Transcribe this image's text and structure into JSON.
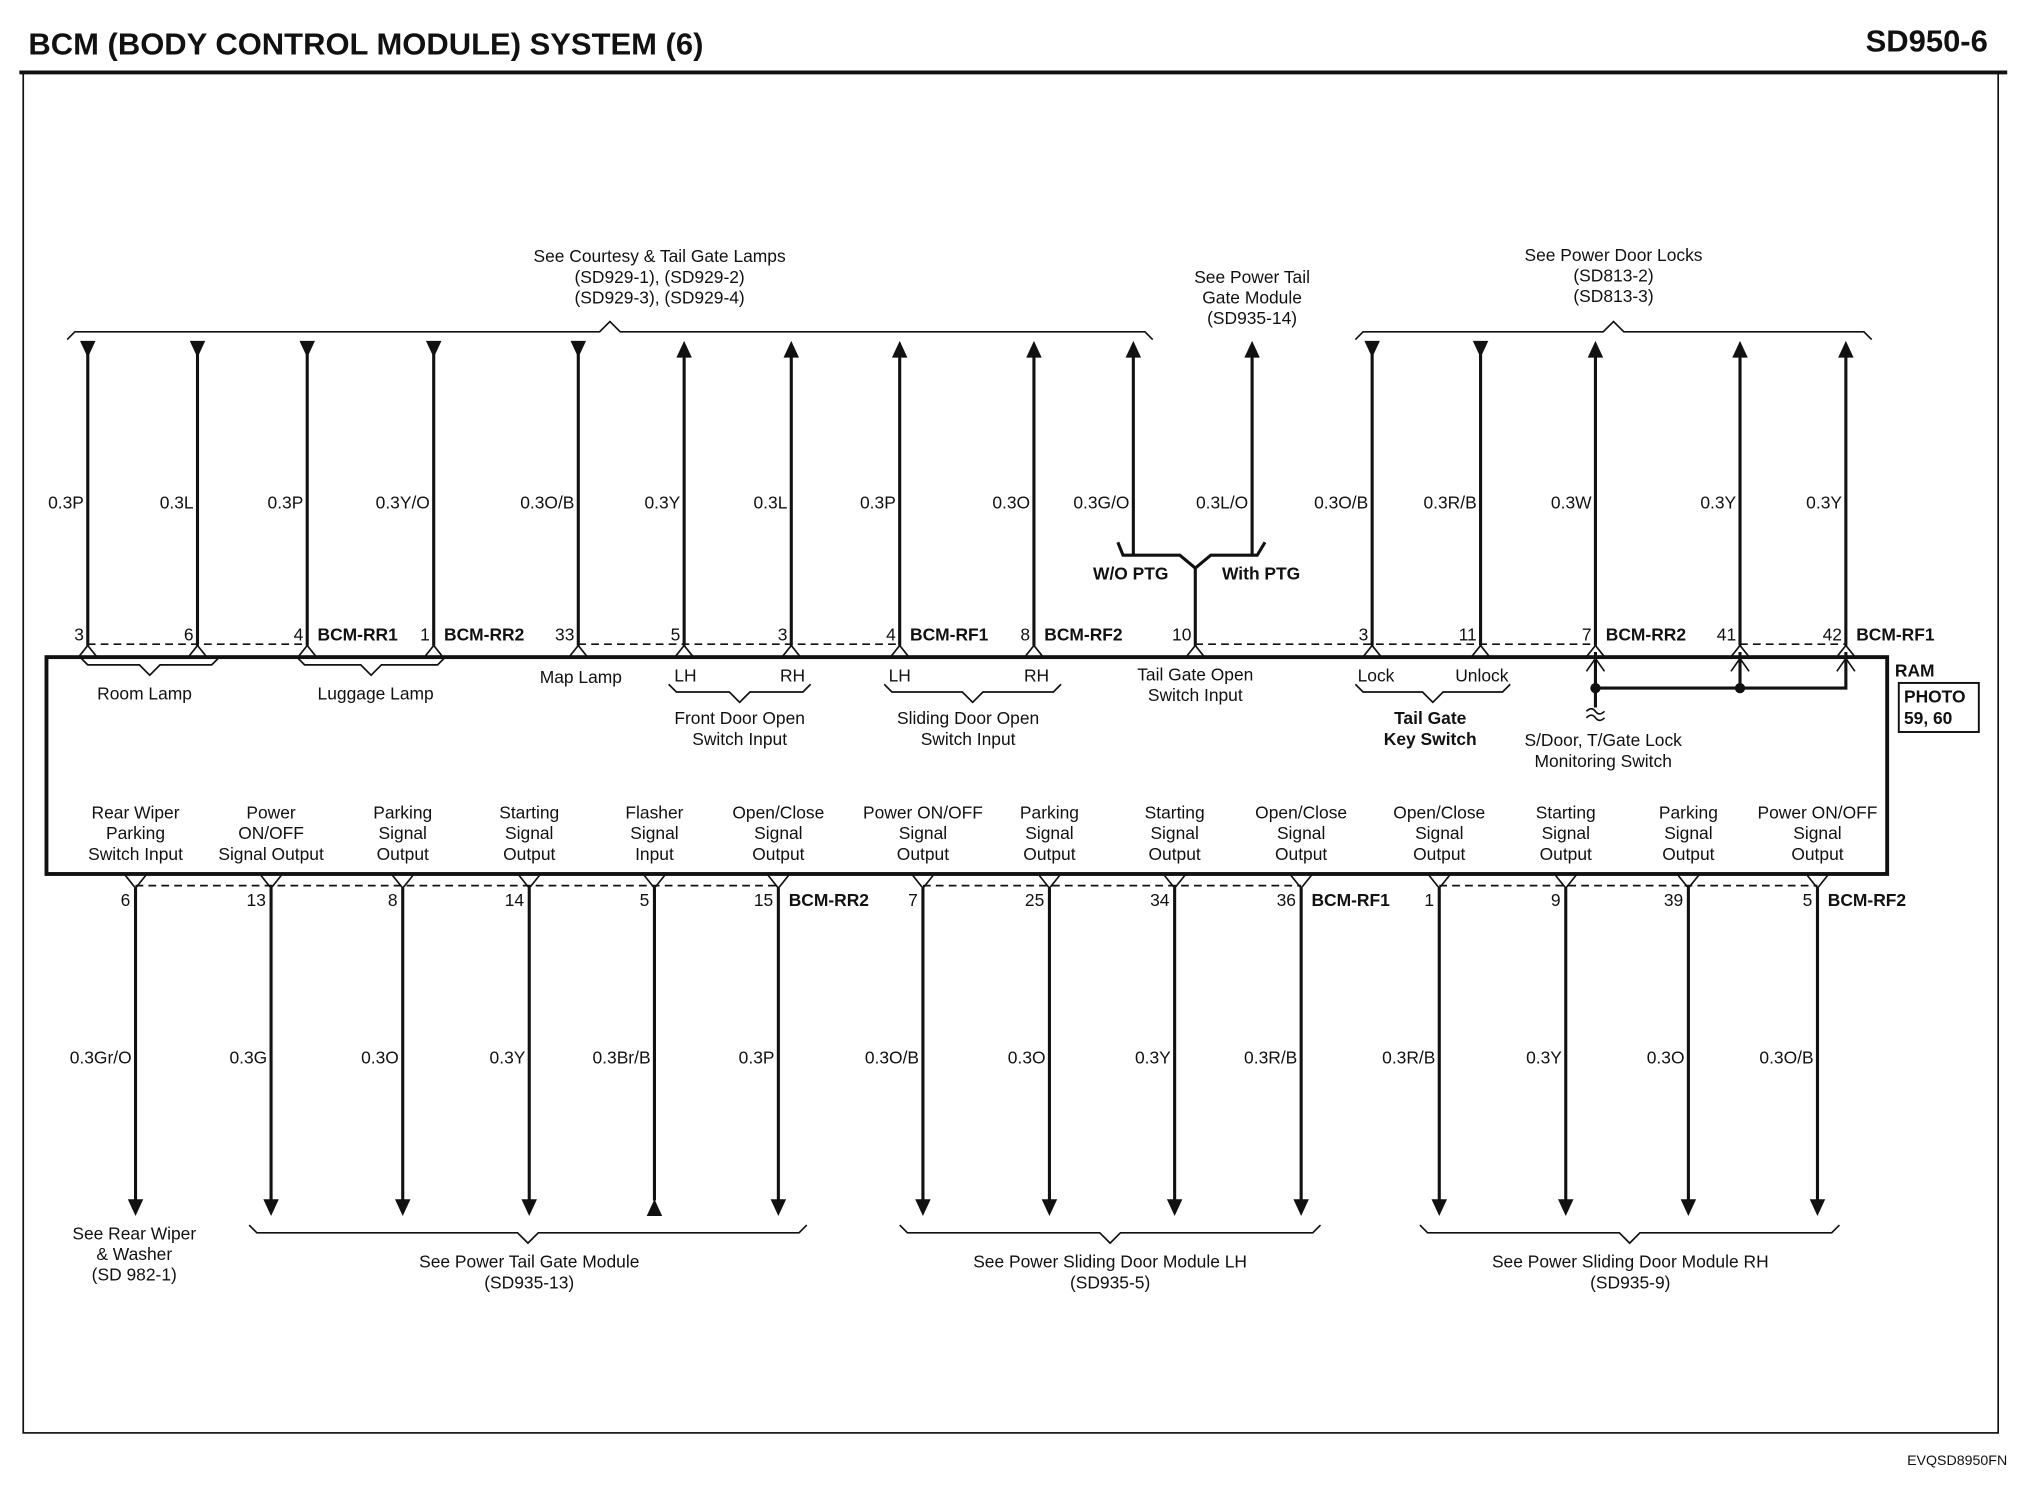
{
  "header": {
    "title": "BCM (BODY CONTROL MODULE) SYSTEM (6)",
    "code": "SD950-6"
  },
  "footer_code": "EVQSD8950FN",
  "location": {
    "label": "RAM",
    "photo": "PHOTO",
    "photo_nums": "59, 60"
  },
  "top_refs": [
    {
      "lines": [
        "See Courtesy & Tail Gate Lamps",
        "(SD929-1), (SD929-2)",
        "(SD929-3), (SD929-4)"
      ]
    },
    {
      "lines": [
        "See Power Tail",
        "Gate Module",
        "(SD935-14)"
      ]
    },
    {
      "lines": [
        "See Power Door Locks",
        "(SD813-2)",
        "(SD813-3)"
      ]
    }
  ],
  "top_wires": [
    {
      "wire": "0.3P",
      "pin": "3",
      "dir": "in"
    },
    {
      "wire": "0.3L",
      "pin": "6",
      "dir": "in"
    },
    {
      "wire": "0.3P",
      "pin": "4",
      "dir": "in",
      "connector": "BCM-RR1"
    },
    {
      "wire": "0.3Y/O",
      "pin": "1",
      "dir": "in",
      "connector": "BCM-RR2"
    },
    {
      "wire": "0.3O/B",
      "pin": "33",
      "dir": "in"
    },
    {
      "wire": "0.3Y",
      "pin": "5",
      "dir": "out"
    },
    {
      "wire": "0.3L",
      "pin": "3",
      "dir": "out"
    },
    {
      "wire": "0.3P",
      "pin": "4",
      "dir": "out",
      "connector": "BCM-RF1"
    },
    {
      "wire": "0.3O",
      "pin": "8",
      "dir": "out",
      "connector": "BCM-RF2"
    },
    {
      "wire": "0.3G/O",
      "dir": "out",
      "option": "W/O PTG"
    },
    {
      "wire": "0.3L/O",
      "pin": "10",
      "dir": "out",
      "option": "With PTG"
    },
    {
      "wire": "0.3O/B",
      "pin": "3",
      "dir": "in"
    },
    {
      "wire": "0.3R/B",
      "pin": "11",
      "dir": "in"
    },
    {
      "wire": "0.3W",
      "pin": "7",
      "dir": "out",
      "connector": "BCM-RR2"
    },
    {
      "wire": "0.3Y",
      "pin": "41",
      "dir": "out"
    },
    {
      "wire": "0.3Y",
      "pin": "42",
      "dir": "out",
      "connector": "BCM-RF1"
    }
  ],
  "inner_top_labels": {
    "room_lamp": "Room Lamp",
    "luggage_lamp": "Luggage Lamp",
    "map_lamp": "Map Lamp",
    "lh": "LH",
    "rh": "RH",
    "front_door": [
      "Front Door Open",
      "Switch Input"
    ],
    "sliding_door": [
      "Sliding Door Open",
      "Switch Input"
    ],
    "tail_gate_open": [
      "Tail Gate Open",
      "Switch Input"
    ],
    "lock": "Lock",
    "unlock": "Unlock",
    "tail_gate_key": [
      "Tail Gate",
      "Key Switch"
    ],
    "monitoring": [
      "S/Door, T/Gate Lock",
      "Monitoring Switch"
    ]
  },
  "bottom_wires": [
    {
      "function": [
        "Rear Wiper",
        "Parking",
        "Switch Input"
      ],
      "pin": "6",
      "wire": "0.3Gr/O",
      "dir": "out"
    },
    {
      "function": [
        "Power",
        "ON/OFF",
        "Signal Output"
      ],
      "pin": "13",
      "wire": "0.3G",
      "dir": "out"
    },
    {
      "function": [
        "Parking",
        "Signal",
        "Output"
      ],
      "pin": "8",
      "wire": "0.3O",
      "dir": "out"
    },
    {
      "function": [
        "Starting",
        "Signal",
        "Output"
      ],
      "pin": "14",
      "wire": "0.3Y",
      "dir": "out"
    },
    {
      "function": [
        "Flasher",
        "Signal",
        "Input"
      ],
      "pin": "5",
      "wire": "0.3Br/B",
      "dir": "in"
    },
    {
      "function": [
        "Open/Close",
        "Signal",
        "Output"
      ],
      "pin": "15",
      "wire": "0.3P",
      "dir": "out",
      "connector": "BCM-RR2"
    },
    {
      "function": [
        "Power ON/OFF",
        "Signal",
        "Output"
      ],
      "pin": "7",
      "wire": "0.3O/B",
      "dir": "out"
    },
    {
      "function": [
        "Parking",
        "Signal",
        "Output"
      ],
      "pin": "25",
      "wire": "0.3O",
      "dir": "out"
    },
    {
      "function": [
        "Starting",
        "Signal",
        "Output"
      ],
      "pin": "34",
      "wire": "0.3Y",
      "dir": "out"
    },
    {
      "function": [
        "Open/Close",
        "Signal",
        "Output"
      ],
      "pin": "36",
      "wire": "0.3R/B",
      "dir": "out",
      "connector": "BCM-RF1"
    },
    {
      "function": [
        "Open/Close",
        "Signal",
        "Output"
      ],
      "pin": "1",
      "wire": "0.3R/B",
      "dir": "out"
    },
    {
      "function": [
        "Starting",
        "Signal",
        "Output"
      ],
      "pin": "9",
      "wire": "0.3Y",
      "dir": "out"
    },
    {
      "function": [
        "Parking",
        "Signal",
        "Output"
      ],
      "pin": "39",
      "wire": "0.3O",
      "dir": "out"
    },
    {
      "function": [
        "Power ON/OFF",
        "Signal",
        "Output"
      ],
      "pin": "5",
      "wire": "0.3O/B",
      "dir": "out",
      "connector": "BCM-RF2"
    }
  ],
  "bottom_refs": [
    {
      "lines": [
        "See Rear Wiper",
        "& Washer",
        "(SD 982-1)"
      ]
    },
    {
      "lines": [
        "See Power Tail Gate Module",
        "(SD935-13)"
      ]
    },
    {
      "lines": [
        "See Power Sliding Door Module LH",
        "(SD935-5)"
      ]
    },
    {
      "lines": [
        "See Power Sliding Door Module RH",
        "(SD935-9)"
      ]
    }
  ]
}
